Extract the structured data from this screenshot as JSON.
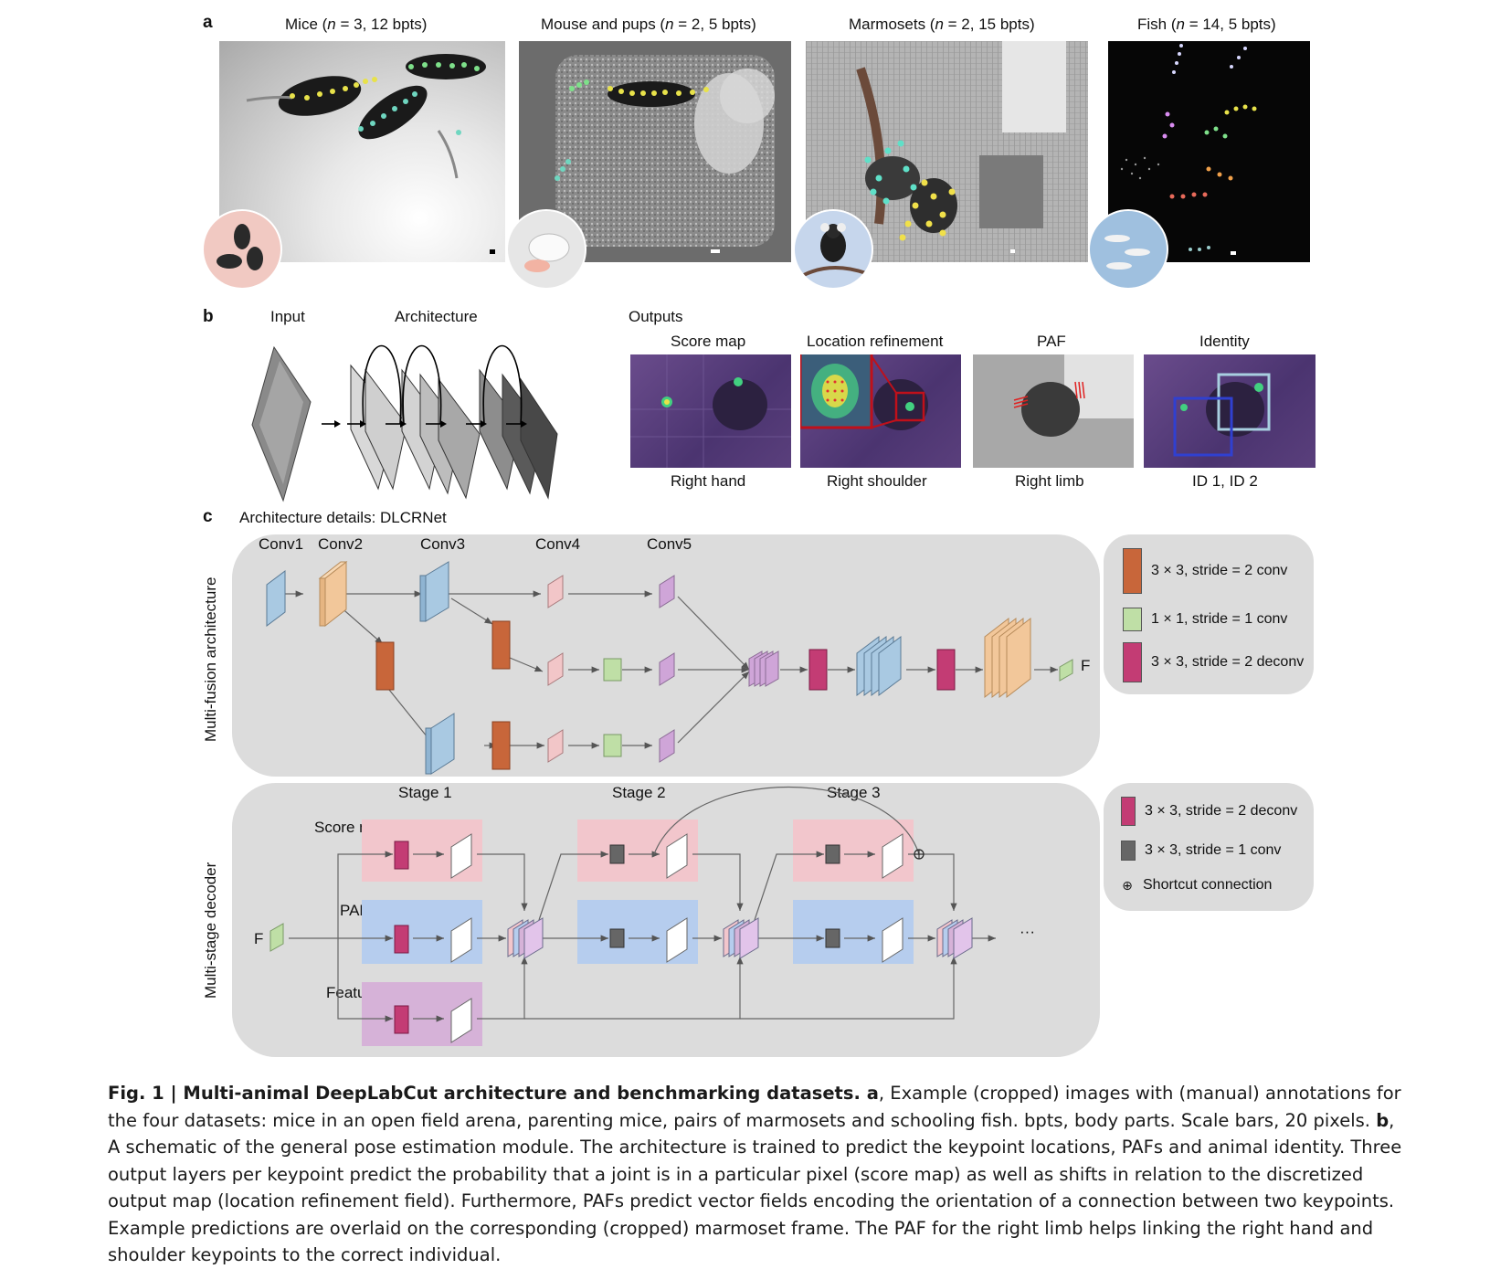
{
  "panel_a": {
    "letter": "a",
    "titles": [
      {
        "pre": "Mice (",
        "n": "n",
        "post": " = 3, 12 bpts)"
      },
      {
        "pre": "Mouse and pups (",
        "n": "n",
        "post": " = 2, 5 bpts)"
      },
      {
        "pre": "Marmosets (",
        "n": "n",
        "post": " = 2, 15 bpts)"
      },
      {
        "pre": "Fish (",
        "n": "n",
        "post": " = 14, 5 bpts)"
      }
    ]
  },
  "panel_b": {
    "letter": "b",
    "input": "Input",
    "architecture": "Architecture",
    "outputs": "Outputs",
    "maps": [
      {
        "title": "Score map",
        "label": "Right hand"
      },
      {
        "title": "Location refinement",
        "label": "Right shoulder"
      },
      {
        "title": "PAF",
        "label": "Right limb"
      },
      {
        "title": "Identity",
        "label": "ID 1, ID 2"
      }
    ]
  },
  "panel_c": {
    "letter": "c",
    "title": "Architecture details: DLCRNet",
    "multifusion_label": "Multi-fusion architecture",
    "decoder_label": "Multi-stage decoder",
    "conv_labels": [
      "Conv1",
      "Conv2",
      "Conv3",
      "Conv4",
      "Conv5"
    ],
    "f_label": "F",
    "stage_labels": [
      "Stage 1",
      "Stage 2",
      "Stage 3"
    ],
    "branch_labels": [
      "Score map",
      "PAF",
      "Feature"
    ],
    "ellipsis": "···",
    "legend1": [
      {
        "text": "3 × 3, stride = 2 conv",
        "color": "#c8663a"
      },
      {
        "text": "1 × 1, stride = 1 conv",
        "color": "#bfdfa6"
      },
      {
        "text": "3 × 3, stride = 2 deconv",
        "color": "#c33c74"
      }
    ],
    "legend2": [
      {
        "text": "3 × 3, stride = 2 deconv",
        "color": "#c33c74"
      },
      {
        "text": "3 × 3, stride = 1 conv",
        "color": "#666666"
      },
      {
        "text": "Shortcut connection",
        "symbol": "⊕"
      }
    ]
  },
  "caption": {
    "fig": "Fig. 1 |",
    "title": " Multi-animal DeepLabCut architecture and benchmarking datasets.",
    "a_letter": " a",
    "a_text": ", Example (cropped) images with (manual) annotations for the four datasets: mice in an open field arena, parenting mice, pairs of marmosets and schooling fish. bpts, body parts. Scale bars, 20 pixels. ",
    "b_letter": "b",
    "b_text": ", A schematic of the general pose estimation module. The architecture is trained to predict the keypoint locations, PAFs and animal identity. Three output layers per keypoint predict the probability that a joint is in a particular pixel (score map) as well as shifts in relation to the discretized output map (location refinement field). Furthermore, PAFs predict vector fields encoding the orientation of a connection between two keypoints. Example predictions are overlaid on the corresponding (cropped) marmoset frame. The PAF for the right limb helps linking the right hand and shoulder keypoints to the correct individual."
  }
}
